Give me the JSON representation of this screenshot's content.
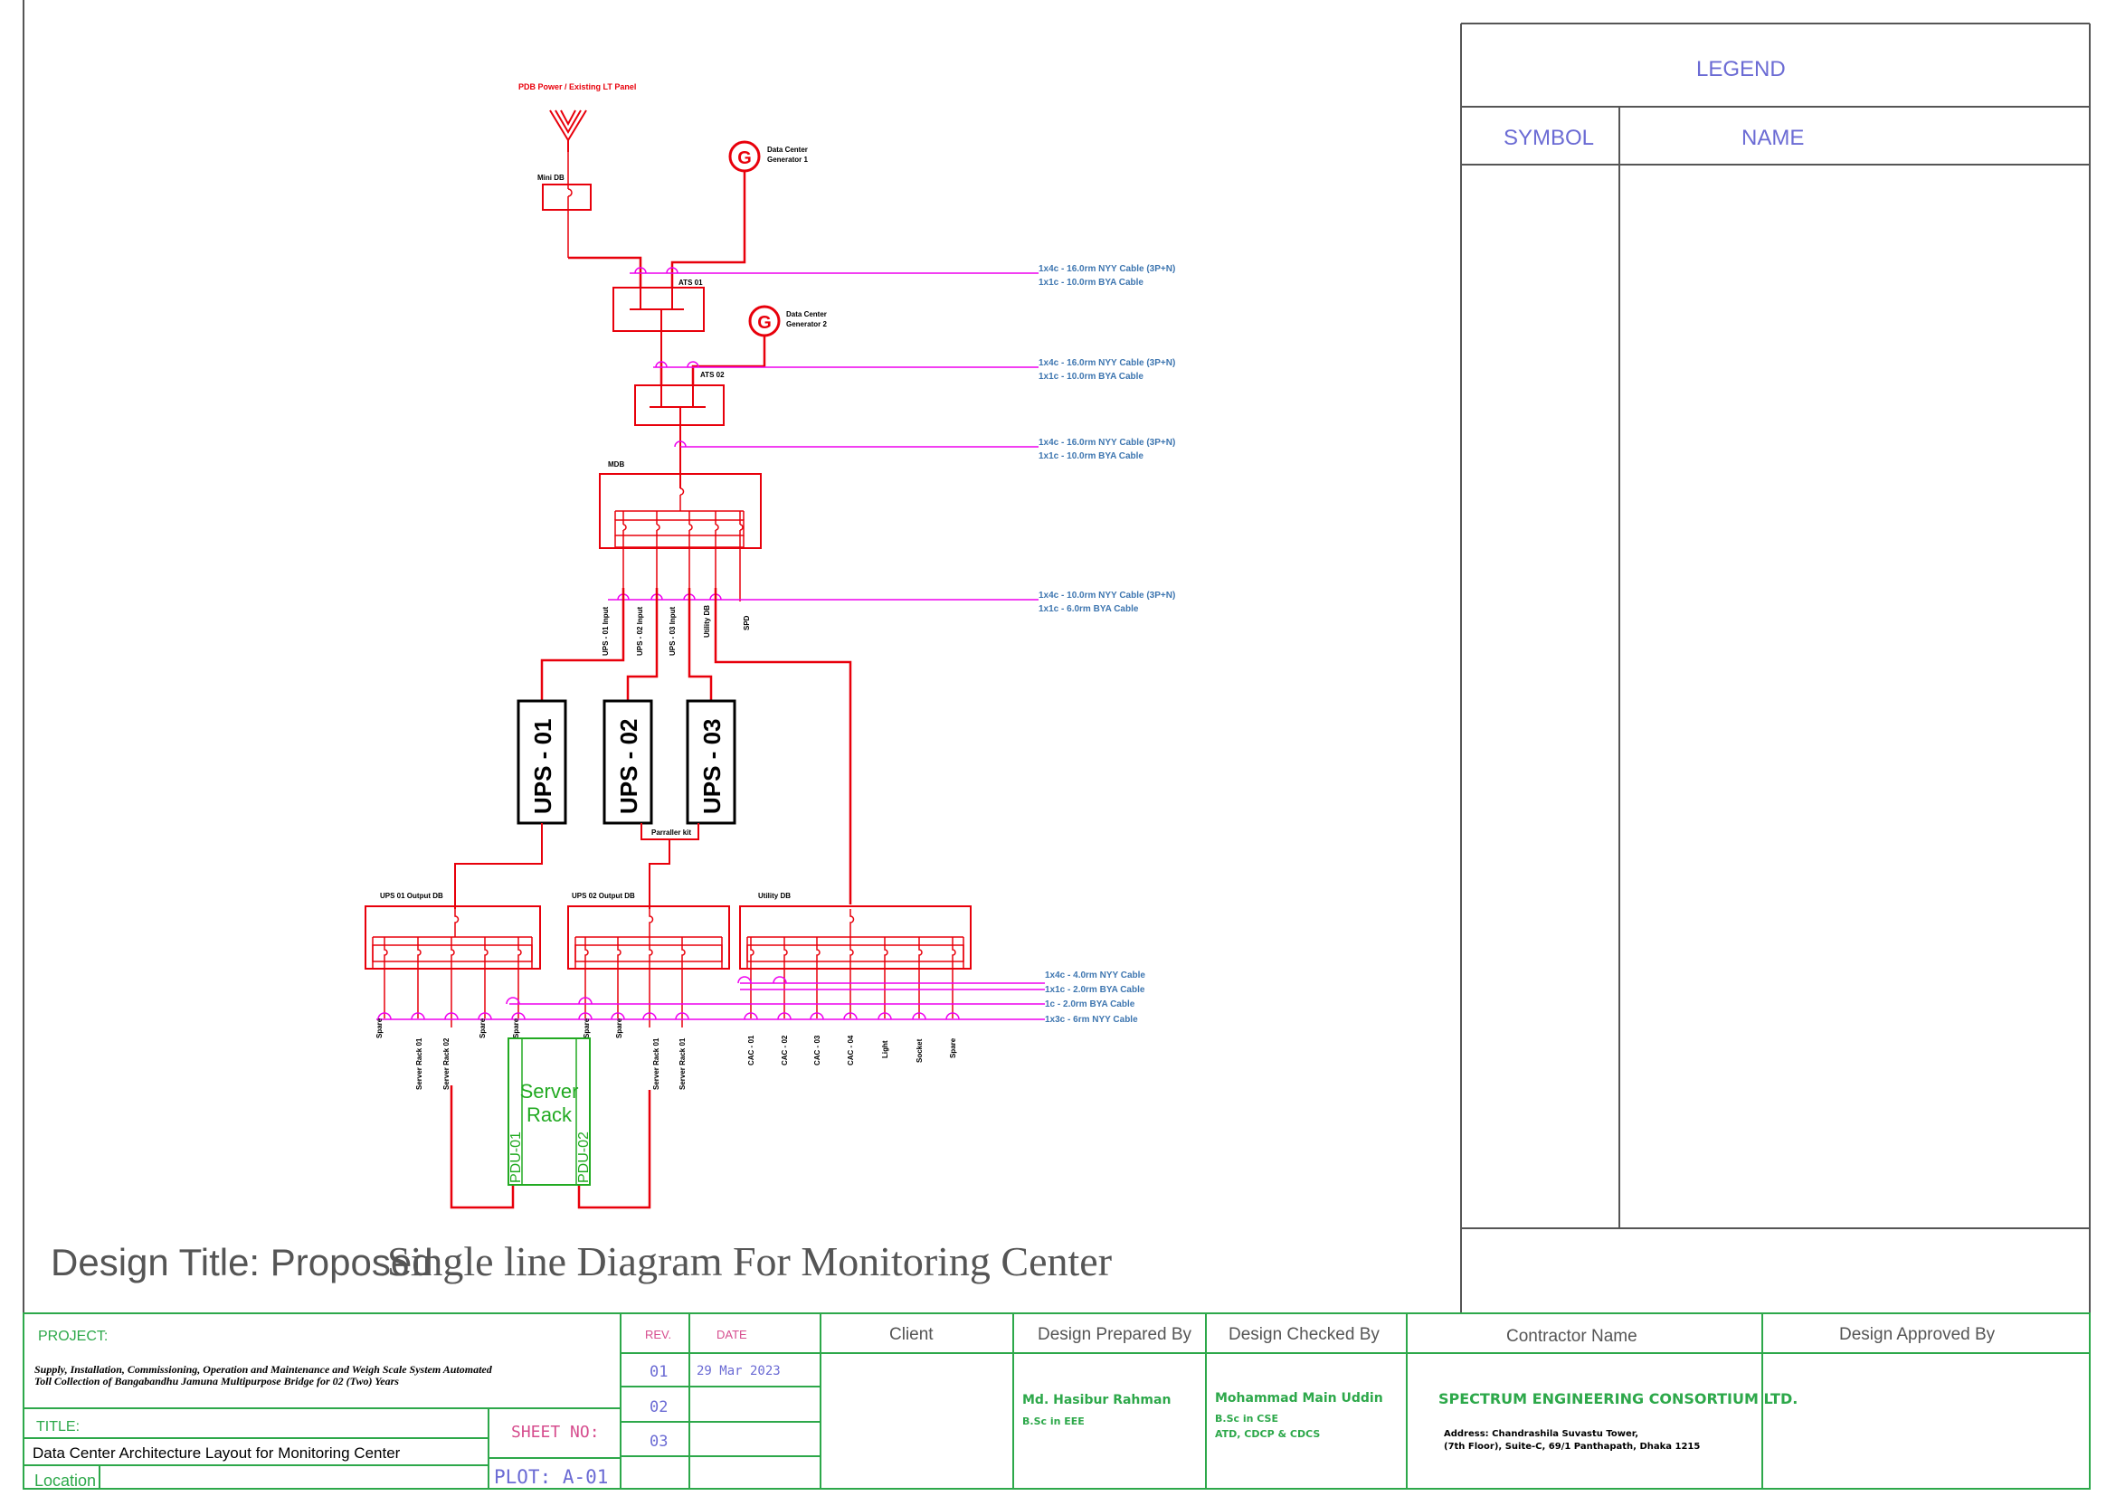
{
  "diagram": {
    "source_label": "PDB Power / Existing LT Panel",
    "mini_db": "Mini DB",
    "generator1_line1": "Data Center",
    "generator1_line2": "Generator 1",
    "generator2_line1": "Data Center",
    "generator2_line2": "Generator 2",
    "generator_symbol": "G",
    "ats1": "ATS 01",
    "ats2": "ATS 02",
    "mdb": "MDB",
    "cable_groups": [
      [
        "1x4c - 16.0rm NYY Cable (3P+N)",
        "1x1c - 10.0rm BYA Cable"
      ],
      [
        "1x4c - 16.0rm NYY Cable (3P+N)",
        "1x1c - 10.0rm BYA Cable"
      ],
      [
        "1x4c - 16.0rm NYY Cable (3P+N)",
        "1x1c - 10.0rm BYA Cable"
      ],
      [
        "1x4c - 10.0rm NYY Cable (3P+N)",
        "1x1c - 6.0rm BYA Cable"
      ],
      [
        "1x4c - 4.0rm NYY Cable",
        "1x1c - 2.0rm BYA Cable",
        "1c - 2.0rm BYA Cable",
        "1x3c - 6rm NYY Cable"
      ]
    ],
    "mdb_outputs": [
      "UPS - 01 Input",
      "UPS - 02 Input",
      "UPS - 03 Input",
      "Utility DB",
      "SPD"
    ],
    "ups": [
      "UPS - 01",
      "UPS - 02",
      "UPS - 03"
    ],
    "parallel_kit": "Parraller kit",
    "dbs": [
      "UPS 01 Output DB",
      "UPS 02 Output DB",
      "Utility DB"
    ],
    "ups1_outputs": [
      "Spare",
      "Server Rack 01",
      "Server Rack 02",
      "Spare",
      "Spare"
    ],
    "ups2_outputs": [
      "Spare",
      "Spare",
      "Server Rack 01",
      "Server Rack 01"
    ],
    "utility_outputs": [
      "CAC - 01",
      "CAC - 02",
      "CAC - 03",
      "CAC - 04",
      "Light",
      "Socket",
      "Spare"
    ],
    "server_rack_line1": "Server",
    "server_rack_line2": "Rack",
    "pdu1": "PDU-01",
    "pdu2": "PDU-02"
  },
  "legend": {
    "title": "LEGEND",
    "symbol_header": "SYMBOL",
    "name_header": "NAME"
  },
  "design_title_prefix": "Design Title: Proposed",
  "design_title_rest": "Single line Diagram For Monitoring Center",
  "title_block": {
    "project_label": "PROJECT:",
    "project_line1": "Supply, Installation, Commissioning, Operation and Maintenance and Weigh Scale System Automated",
    "project_line2": "Toll Collection of Bangabandhu Jamuna Multipurpose Bridge for 02 (Two) Years",
    "title_label": "TITLE:",
    "title_value": "Data Center Architecture Layout for Monitoring Center",
    "sheet_no_label": "SHEET NO:",
    "location_label": "Location",
    "plot_label": "PLOT: A-01",
    "rev_label": "REV.",
    "date_label": "DATE",
    "revs": [
      "01",
      "02",
      "03"
    ],
    "rev1_date": "29 Mar 2023",
    "client_label": "Client",
    "prepared_label": "Design Prepared By",
    "prepared_name": "Md. Hasibur Rahman",
    "prepared_degree": "B.Sc in EEE",
    "checked_label": "Design Checked By",
    "checked_name": "Mohammad Main Uddin",
    "checked_degree": "B.Sc in CSE",
    "checked_extra": "ATD, CDCP & CDCS",
    "contractor_label": "Contractor Name",
    "contractor_name": "SPECTRUM ENGINEERING CONSORTIUM LTD.",
    "contractor_addr1": "Address: Chandrashila Suvastu Tower,",
    "contractor_addr2": "(7th Floor), Suite-C, 69/1 Panthapath, Dhaka 1215",
    "approved_label": "Design Approved By"
  },
  "colors": {
    "red": "#e8000b",
    "magenta": "#ee00ee",
    "blue": "#3e76b0",
    "green": "#22aa22",
    "black": "#000000",
    "legend_text": "#6b6bd4"
  }
}
